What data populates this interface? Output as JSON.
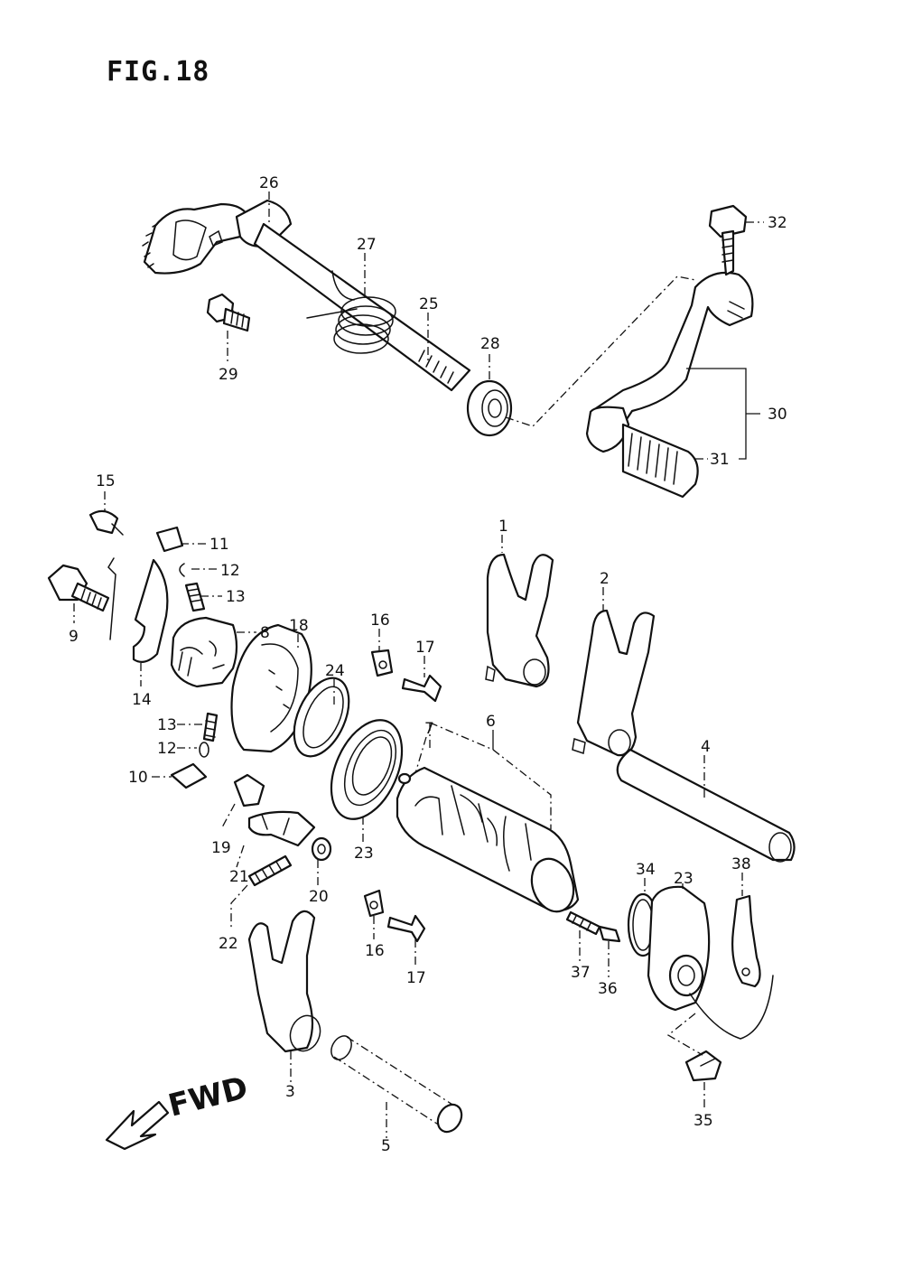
{
  "figure": {
    "title": "FIG.18"
  },
  "callouts": {
    "c1": "1",
    "c2": "2",
    "c3": "3",
    "c4": "4",
    "c5": "5",
    "c6": "6",
    "c7": "7",
    "c8": "8",
    "c9": "9",
    "c10": "10",
    "c11": "11",
    "c12a": "12",
    "c12b": "12",
    "c13a": "13",
    "c13b": "13",
    "c14": "14",
    "c15": "15",
    "c16a": "16",
    "c16b": "16",
    "c17a": "17",
    "c17b": "17",
    "c18": "18",
    "c19": "19",
    "c20": "20",
    "c21": "21",
    "c22": "22",
    "c23a": "23",
    "c23b": "23",
    "c24": "24",
    "c25": "25",
    "c26": "26",
    "c27": "27",
    "c28": "28",
    "c29": "29",
    "c30": "30",
    "c31": "31",
    "c32": "32",
    "c34": "34",
    "c35": "35",
    "c36": "36",
    "c37": "37",
    "c38": "38"
  },
  "direction_label": "FWD"
}
